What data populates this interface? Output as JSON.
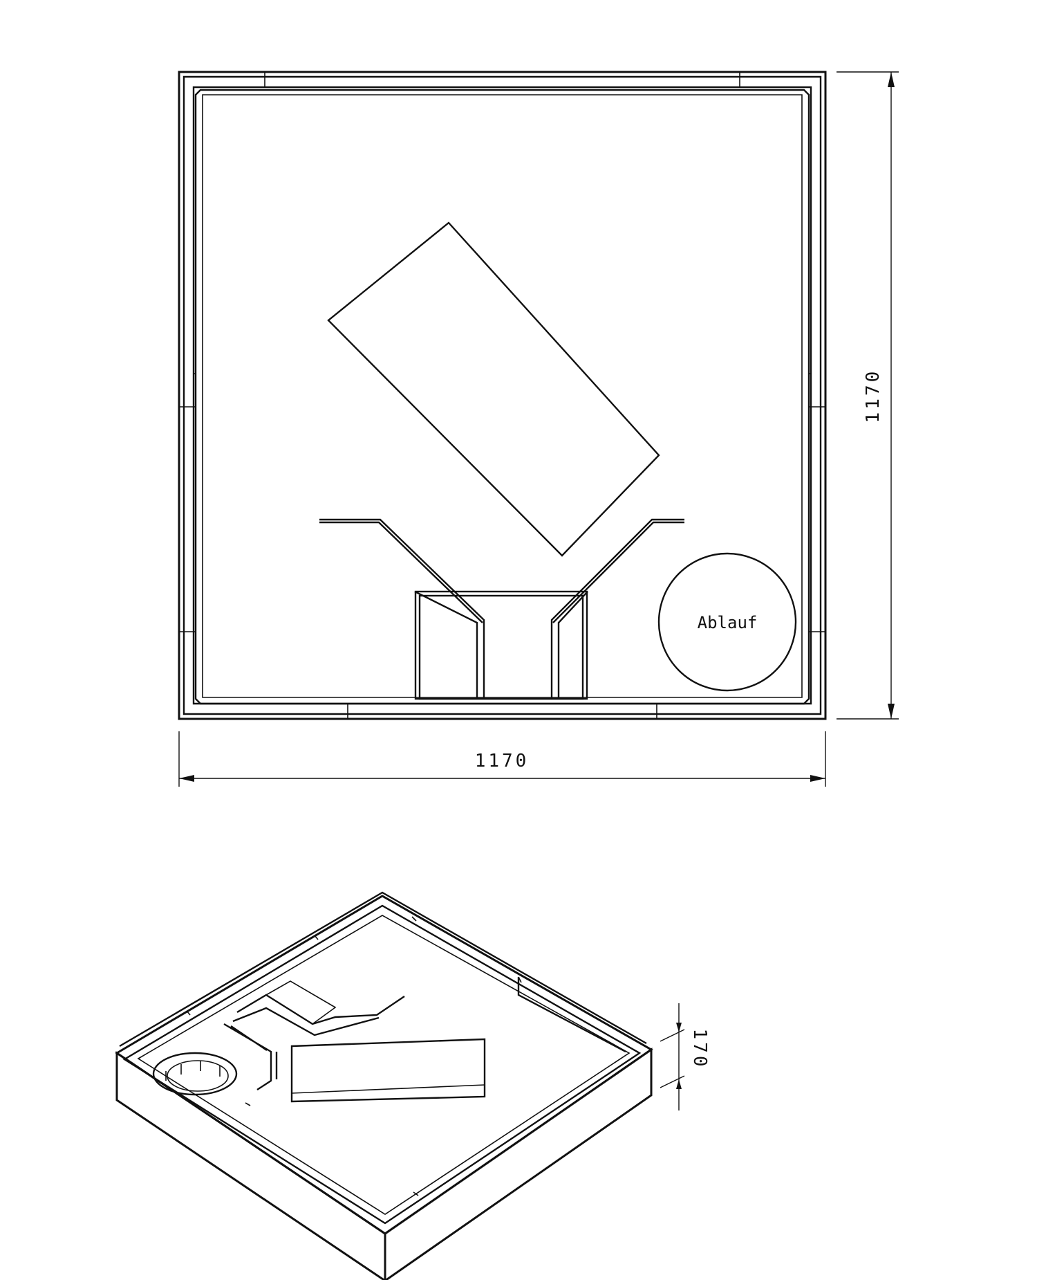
{
  "plan_view": {
    "drain_label": "Ablauf",
    "width_dimension": "1170",
    "depth_dimension": "1170"
  },
  "iso_view": {
    "height_dimension": "170"
  }
}
